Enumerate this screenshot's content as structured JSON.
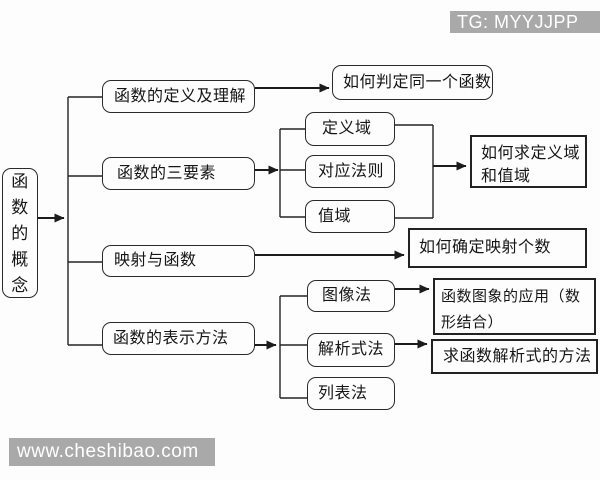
{
  "badge": {
    "label": "TG: MYYJJPP"
  },
  "watermark": {
    "label": "www.cheshibao.com"
  },
  "colors": {
    "background": "#fdfdfd",
    "line": "#1c1c1c",
    "box_border": "#2a2a2a",
    "band_bg": "#a9a9a9",
    "band_fg": "#ffffff"
  },
  "diagram": {
    "root": {
      "label": "函数的概念"
    },
    "nodes": {
      "definition": {
        "label": "函数的定义及理解"
      },
      "three_elements": {
        "label": "函数的三要素"
      },
      "mapping": {
        "label": "映射与函数"
      },
      "representation": {
        "label": "函数的表示方法"
      },
      "judge_same": {
        "label": "如何判定同一个函数"
      },
      "domain": {
        "label": "定义域"
      },
      "rule": {
        "label": "对应法则"
      },
      "range": {
        "label": "值域"
      },
      "find_domain_range": {
        "label": "如何求定义域和值域"
      },
      "count_mappings": {
        "label": "如何确定映射个数"
      },
      "graph_method": {
        "label": "图像法"
      },
      "analytic_method": {
        "label": "解析式法"
      },
      "table_method": {
        "label": "列表法"
      },
      "graph_application": {
        "label": "函数图象的应用（数形结合）"
      },
      "find_analytic": {
        "label": "求函数解析式的方法"
      }
    }
  }
}
